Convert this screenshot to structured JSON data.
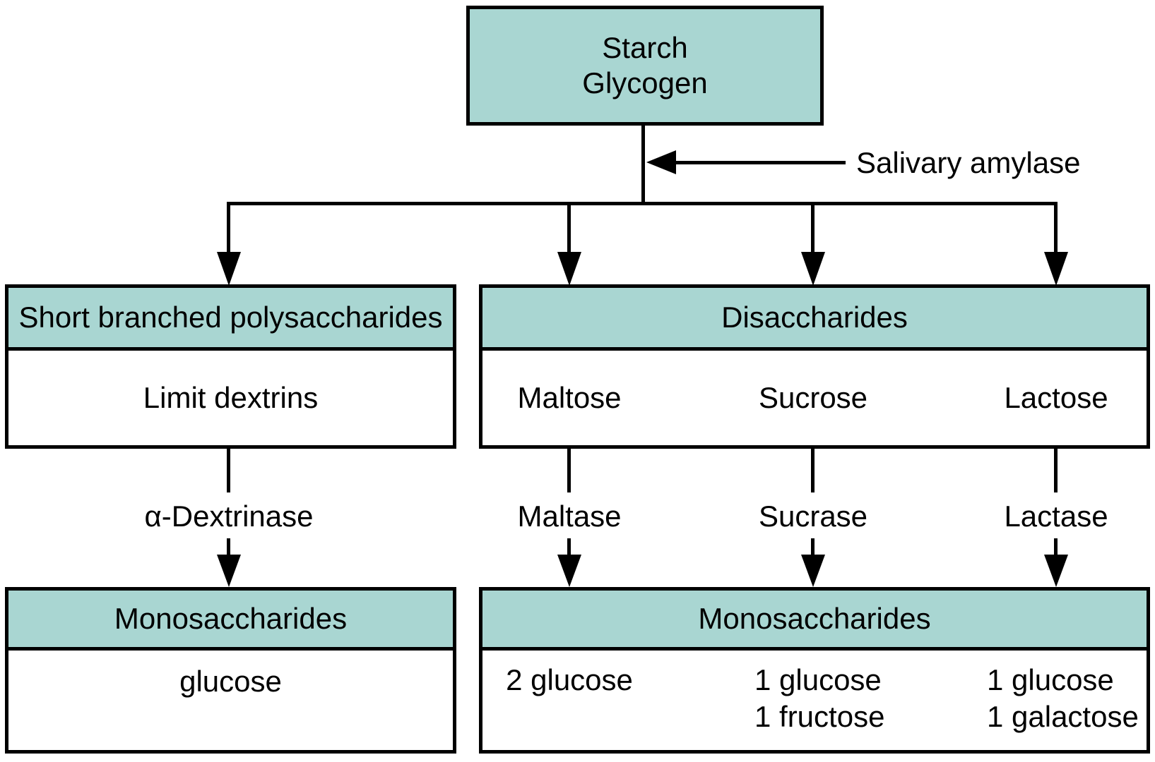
{
  "colors": {
    "box_fill": "#a9d6d2",
    "border": "#000000",
    "background": "#ffffff"
  },
  "top_box": {
    "line1": "Starch",
    "line2": "Glycogen"
  },
  "salivary_label": "Salivary amylase",
  "left_branch": {
    "header": "Short branched polysaccharides",
    "body": "Limit dextrins",
    "enzyme": "α-Dextrinase",
    "result_header": "Monosaccharides",
    "result_body": "glucose"
  },
  "right_branch": {
    "header": "Disaccharides",
    "result_header": "Monosaccharides",
    "columns": [
      {
        "sugar": "Maltose",
        "enzyme": "Maltase",
        "products": [
          "2 glucose"
        ]
      },
      {
        "sugar": "Sucrose",
        "enzyme": "Sucrase",
        "products": [
          "1 glucose",
          "1 fructose"
        ]
      },
      {
        "sugar": "Lactose",
        "enzyme": "Lactase",
        "products": [
          "1 glucose",
          "1 galactose"
        ]
      }
    ]
  }
}
